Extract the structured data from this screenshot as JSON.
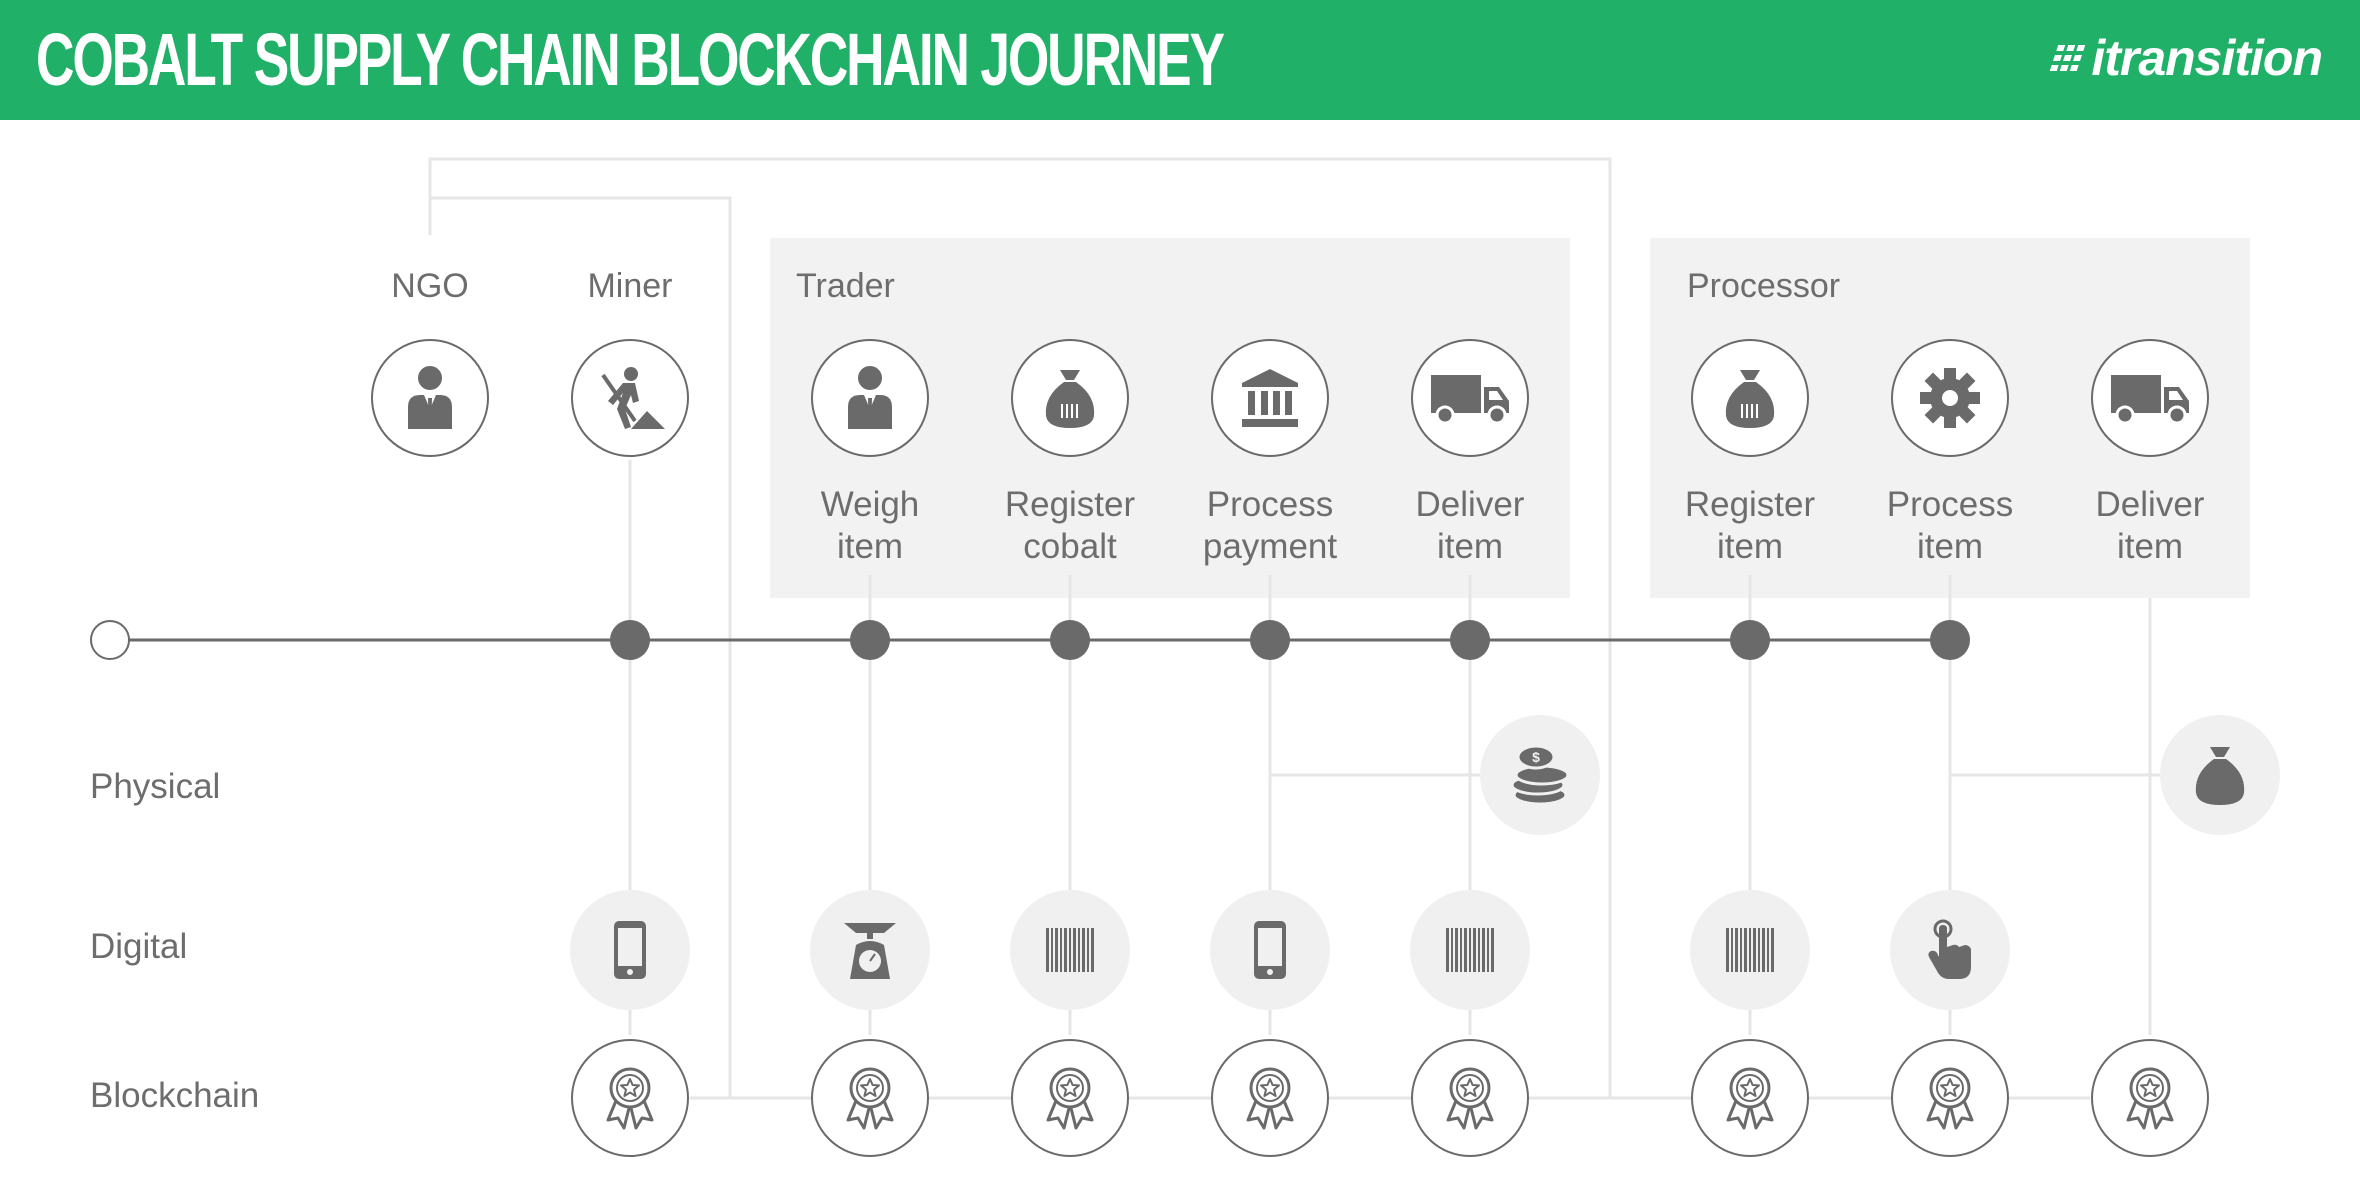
{
  "header": {
    "title": "COBALT SUPPLY CHAIN BLOCKCHAIN JOURNEY",
    "logo": "itransition",
    "background": "#20b068"
  },
  "actors": {
    "ngo": "NGO",
    "miner": "Miner",
    "trader": "Trader",
    "processor": "Processor"
  },
  "steps": {
    "trader_weigh": [
      "Weigh",
      "item"
    ],
    "trader_register": [
      "Register",
      "cobalt"
    ],
    "trader_payment": [
      "Process",
      "payment"
    ],
    "trader_deliver": [
      "Deliver",
      "item"
    ],
    "proc_register": [
      "Register",
      "item"
    ],
    "proc_process": [
      "Process",
      "item"
    ],
    "proc_deliver": [
      "Deliver",
      "item"
    ]
  },
  "rows": {
    "physical": "Physical",
    "digital": "Digital",
    "blockchain": "Blockchain"
  },
  "icons": {
    "ngo": "person-icon",
    "miner": "miner-digging-icon",
    "weigh": "person-icon",
    "register_cobalt": "money-bag-icon",
    "payment": "bank-icon",
    "deliver": "truck-icon",
    "proc_register": "money-bag-icon",
    "proc_process": "gear-icon",
    "proc_deliver": "truck-icon",
    "coins": "coins-icon",
    "bag": "money-bag-icon",
    "phone": "phone-icon",
    "scale": "scale-icon",
    "barcode": "barcode-icon",
    "touch": "touch-icon",
    "award": "award-ribbon-icon"
  }
}
